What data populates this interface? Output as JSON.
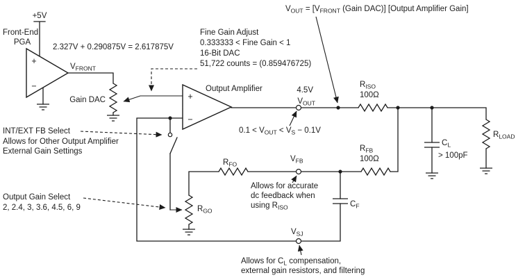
{
  "formula": {
    "p1": "V",
    "p1sub": "OUT",
    "p2": " = [V",
    "p2sub": "FRONT",
    "p3": " (Gain DAC)] [Output Amplifier Gain]"
  },
  "front_end": {
    "supply": "+5V",
    "name1": "Front-End",
    "name2": "PGA",
    "plus": "+",
    "minus": "−",
    "sum": "2.327V + 0.290875V = 2.617875V",
    "vfront": "V",
    "vfront_sub": "FRONT",
    "gain_dac": "Gain DAC"
  },
  "fine_gain": {
    "l1": "Fine Gain Adjust",
    "l2": "0.333333 < Fine Gain < 1",
    "l3": "16-Bit DAC",
    "l4": "51,722 counts = (0.859476725)"
  },
  "output_amp": {
    "label": "Output Amplifier",
    "plus": "+",
    "minus": "−"
  },
  "vout": {
    "value": "4.5V",
    "v": "V",
    "sub": "OUT"
  },
  "vout_range": {
    "p1": "0.1 < V",
    "s1": "OUT",
    "p2": " < V",
    "s2": "S",
    "p3": " − 0.1V"
  },
  "fb_select": {
    "l1": "INT/EXT FB Select",
    "l2": "Allows for Other Output Amplifier",
    "l3": "External Gain Settings"
  },
  "gain_select": {
    "l1": "Output Gain Select",
    "l2": "2, 2.4, 3, 3.6, 4.5, 6, 9"
  },
  "components": {
    "riso": {
      "r": "R",
      "sub": "ISO",
      "value": "100Ω"
    },
    "rfb": {
      "r": "R",
      "sub": "FB",
      "value": "100Ω"
    },
    "rfo": {
      "r": "R",
      "sub": "FO"
    },
    "rgo": {
      "r": "R",
      "sub": "GO"
    },
    "cl": {
      "c": "C",
      "sub": "L",
      "value": "> 100pF"
    },
    "cf": {
      "c": "C",
      "sub": "F"
    },
    "rload": {
      "r": "R",
      "sub": "LOAD"
    }
  },
  "terminals": {
    "vfb": {
      "v": "V",
      "sub": "FB"
    },
    "vsj": {
      "v": "V",
      "sub": "SJ"
    }
  },
  "notes": {
    "fb": {
      "l1": "Allows for accurate",
      "l2": "dc feedback when",
      "l3": "using R",
      "l3sub": "ISO"
    },
    "sj": {
      "l1a": "Allows for C",
      "l1sub": "L",
      "l1b": " compensation,",
      "l2": "external gain resistors, and filtering"
    }
  },
  "colors": {
    "line": "#1c1c1c",
    "background": "#ffffff"
  }
}
